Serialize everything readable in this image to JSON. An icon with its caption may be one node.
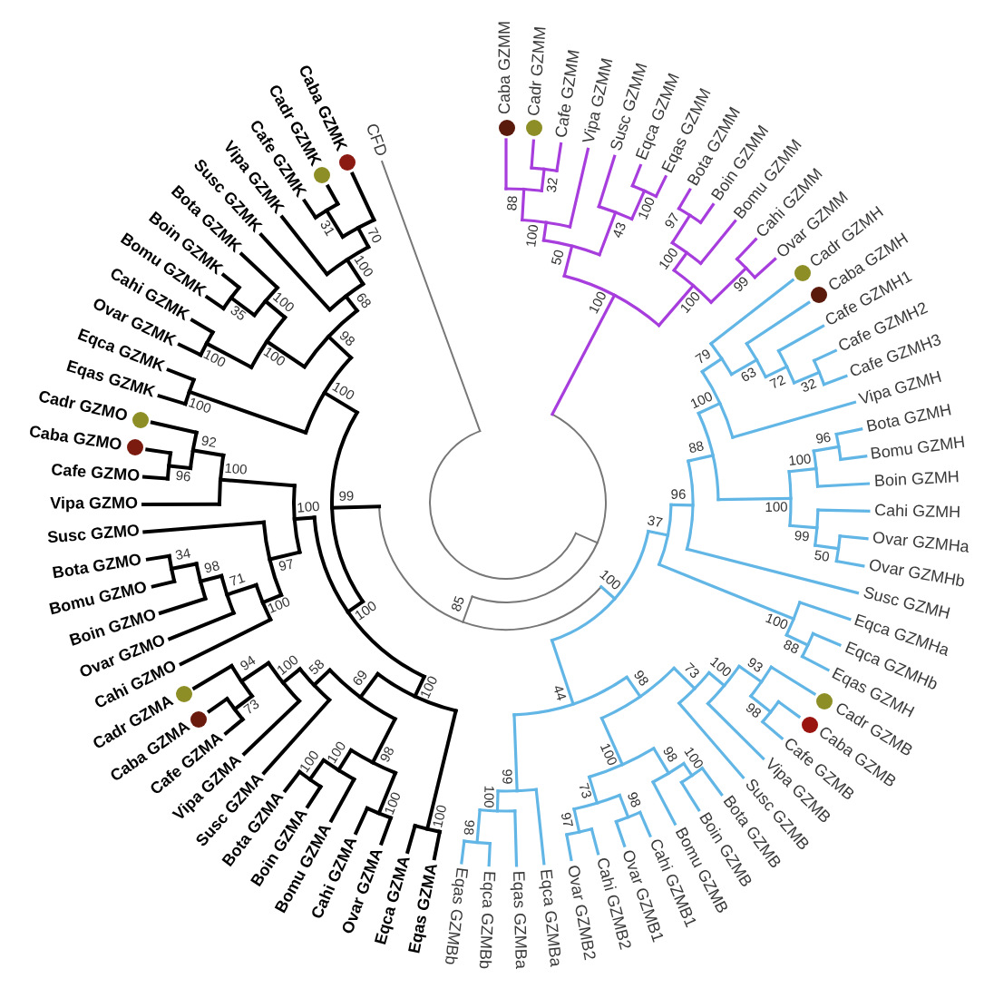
{
  "diagram": {
    "labels": [
      "Cafe GZMO",
      "Caba GZMO",
      "Cadr GZMO",
      "Eqas GZMK",
      "Eqca GZMK",
      "Ovar GZMK",
      "Cahi GZMK",
      "Bomu GZMK",
      "Boin GZMK",
      "Bota GZMK",
      "Susc GZMK",
      "Vipa GZMK",
      "Cafe GZMK",
      "Cadr GZMK",
      "Caba GZMK",
      "CFD",
      "Caba GZMM",
      "Cadr GZMM",
      "Cafe GZMM",
      "Vipa GZMM",
      "Susc GZMM",
      "Eqca GZMM",
      "Eqas GZMM",
      "Bota GZMM",
      "Boin GZMM",
      "Bomu GZMM",
      "Cahi GZMM",
      "Ovar GZMM",
      "Cadr GZMH",
      "Caba GZMH",
      "Cafe GZMH1",
      "Cafe GZMH2",
      "Cafe GZMH3",
      "Vipa GZMH",
      "Bota GZMH",
      "Bomu GZMH",
      "Boin GZMH",
      "Vipa GZMO",
      "Susc GZMO",
      "Bota GZMO",
      "Bomu GZMO",
      "Boin GZMO",
      "Ovar GZMO",
      "Cahi GZMO",
      "Cadr GZMA",
      "Caba GZMA",
      "Cafe GZMA",
      "Vipa GZMA",
      "Susc GZMA",
      "Bota GZMA",
      "Boin GZMA",
      "Bomu GZMA",
      "Cahi GZMA",
      "Ovar GZMA",
      "Eqca GZMA",
      "Eqas GZMA",
      "Eqas GZMBb",
      "Eqca GZMBb",
      "Eqas GZMBa",
      "Eqca GZMBa",
      "Ovar GZMB2",
      "Cahi GZMB2",
      "Ovar GZMB1",
      "Cahi GZMB1",
      "Bomu GZMB",
      "Boin GZMB",
      "Bota GZMB",
      "Susc GZMB",
      "Vipa GZMB",
      "Cafe GZMB",
      "Caba GZMB",
      "Cadr GZMB",
      "Eqas GZMH",
      "Eqca GZMHb",
      "Eqca GZMHa",
      "Susc GZMH",
      "Ovar GZMHb",
      "Ovar GZMHa",
      "Cahi GZMH",
      "96",
      "34",
      "100",
      "92",
      "98",
      "100",
      "100",
      "35",
      "71",
      "94",
      "73",
      "100",
      "100",
      "100",
      "97",
      "100",
      "100",
      "100",
      "58",
      "31",
      "100",
      "100",
      "98",
      "99",
      "69",
      "68",
      "100",
      "100",
      "70",
      "98",
      "100",
      "100",
      "100",
      "85",
      "98",
      "100",
      "99",
      "88",
      "100",
      "32",
      "50",
      "44",
      "97",
      "73",
      "100",
      "100",
      "100",
      "43",
      "98",
      "98",
      "100",
      "37",
      "98",
      "100",
      "97",
      "96",
      "73",
      "100",
      "100",
      "88",
      "100",
      "79",
      "100",
      "99",
      "63",
      "98",
      "93",
      "100",
      "100",
      "72",
      "88",
      "100",
      "99",
      "32",
      "50",
      "96"
    ]
  }
}
